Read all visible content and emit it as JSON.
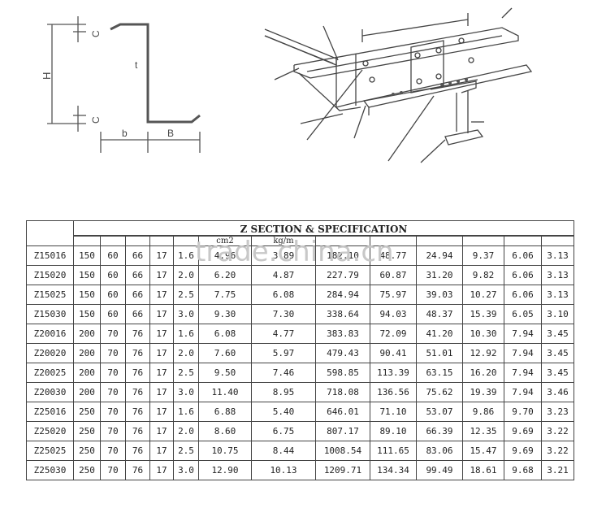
{
  "profile": {
    "dim_c_top": "C",
    "dim_c_bottom": "C",
    "dim_h": "H",
    "dim_t": "t",
    "dim_b": "b",
    "dim_B": "B"
  },
  "watermark": "trade.china.cn",
  "table": {
    "title": "Z SECTION & SPECIFICATION",
    "units": [
      "cm2",
      "kg/m"
    ],
    "rows": [
      [
        "Z15016",
        "150",
        "60",
        "66",
        "17",
        "1.6",
        "4.96",
        "3.89",
        "182.10",
        "48.77",
        "24.94",
        "9.37",
        "6.06",
        "3.13"
      ],
      [
        "Z15020",
        "150",
        "60",
        "66",
        "17",
        "2.0",
        "6.20",
        "4.87",
        "227.79",
        "60.87",
        "31.20",
        "9.82",
        "6.06",
        "3.13"
      ],
      [
        "Z15025",
        "150",
        "60",
        "66",
        "17",
        "2.5",
        "7.75",
        "6.08",
        "284.94",
        "75.97",
        "39.03",
        "10.27",
        "6.06",
        "3.13"
      ],
      [
        "Z15030",
        "150",
        "60",
        "66",
        "17",
        "3.0",
        "9.30",
        "7.30",
        "338.64",
        "94.03",
        "48.37",
        "15.39",
        "6.05",
        "3.10"
      ],
      [
        "Z20016",
        "200",
        "70",
        "76",
        "17",
        "1.6",
        "6.08",
        "4.77",
        "383.83",
        "72.09",
        "41.20",
        "10.30",
        "7.94",
        "3.45"
      ],
      [
        "Z20020",
        "200",
        "70",
        "76",
        "17",
        "2.0",
        "7.60",
        "5.97",
        "479.43",
        "90.41",
        "51.01",
        "12.92",
        "7.94",
        "3.45"
      ],
      [
        "Z20025",
        "200",
        "70",
        "76",
        "17",
        "2.5",
        "9.50",
        "7.46",
        "598.85",
        "113.39",
        "63.15",
        "16.20",
        "7.94",
        "3.45"
      ],
      [
        "Z20030",
        "200",
        "70",
        "76",
        "17",
        "3.0",
        "11.40",
        "8.95",
        "718.08",
        "136.56",
        "75.62",
        "19.39",
        "7.94",
        "3.46"
      ],
      [
        "Z25016",
        "250",
        "70",
        "76",
        "17",
        "1.6",
        "6.88",
        "5.40",
        "646.01",
        "71.10",
        "53.07",
        "9.86",
        "9.70",
        "3.23"
      ],
      [
        "Z25020",
        "250",
        "70",
        "76",
        "17",
        "2.0",
        "8.60",
        "6.75",
        "807.17",
        "89.10",
        "66.39",
        "12.35",
        "9.69",
        "3.22"
      ],
      [
        "Z25025",
        "250",
        "70",
        "76",
        "17",
        "2.5",
        "10.75",
        "8.44",
        "1008.54",
        "111.65",
        "83.06",
        "15.47",
        "9.69",
        "3.22"
      ],
      [
        "Z25030",
        "250",
        "70",
        "76",
        "17",
        "3.0",
        "12.90",
        "10.13",
        "1209.71",
        "134.34",
        "99.49",
        "18.61",
        "9.68",
        "3.21"
      ]
    ]
  }
}
